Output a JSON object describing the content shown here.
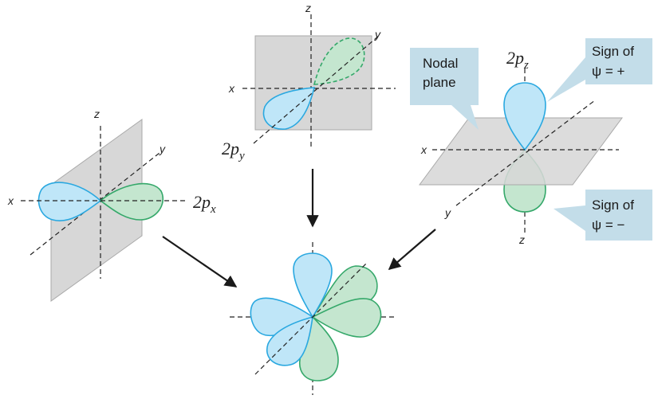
{
  "labels": {
    "px": {
      "axis_x": "x",
      "axis_y": "y",
      "axis_z": "z",
      "orbital": "2p",
      "subscript": "x"
    },
    "py": {
      "axis_x": "x",
      "axis_y": "y",
      "axis_z": "z",
      "orbital": "2p",
      "subscript": "y"
    },
    "pz": {
      "axis_x": "x",
      "axis_y": "y",
      "axis_z": "z",
      "orbital": "2p",
      "subscript": "z"
    }
  },
  "callouts": {
    "nodal_plane": [
      "Nodal",
      "plane"
    ],
    "sign_positive": [
      "Sign of",
      "ψ = +"
    ],
    "sign_negative": [
      "Sign of",
      "ψ = −"
    ]
  },
  "colors": {
    "positive_lobe": "#bfe6f8",
    "negative_lobe": "#c4e6cf",
    "nodal_plane": "#d7d7d7",
    "callout": "#c3dde9"
  }
}
